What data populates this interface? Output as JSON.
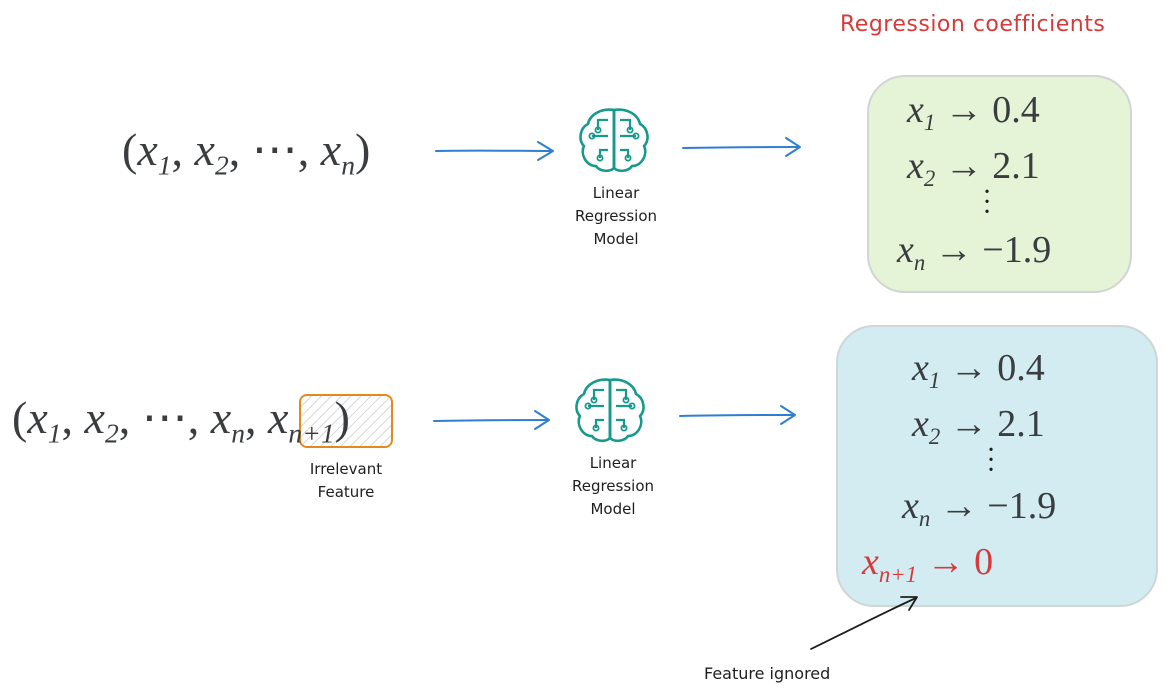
{
  "header": {
    "title": "Regression coefficients"
  },
  "row1": {
    "tuple": {
      "open": "(",
      "x1": "x",
      "s1": "1",
      "x2": "x",
      "s2": "2",
      "dots": "⋯",
      "xn": "x",
      "sn": "n",
      "close": ")",
      "comma": ","
    },
    "model_label": [
      "Linear",
      "Regression",
      "Model"
    ],
    "coefficients": [
      {
        "var": "x",
        "sub": "1",
        "arrow": "→",
        "value": "0.4"
      },
      {
        "var": "x",
        "sub": "2",
        "arrow": "→",
        "value": "2.1"
      },
      {
        "var": "x",
        "sub": "n",
        "arrow": "→",
        "value": "−1.9"
      }
    ]
  },
  "row2": {
    "tuple": {
      "open": "(",
      "x1": "x",
      "s1": "1",
      "x2": "x",
      "s2": "2",
      "dots": "⋯",
      "xn": "x",
      "sn": "n",
      "xn1": "x",
      "sn1": "n+1",
      "close": ")",
      "comma": ","
    },
    "irrelevant_label": [
      "Irrelevant",
      "Feature"
    ],
    "model_label": [
      "Linear",
      "Regression",
      "Model"
    ],
    "coefficients": [
      {
        "var": "x",
        "sub": "1",
        "arrow": "→",
        "value": "0.4"
      },
      {
        "var": "x",
        "sub": "2",
        "arrow": "→",
        "value": "2.1"
      },
      {
        "var": "x",
        "sub": "n",
        "arrow": "→",
        "value": "−1.9"
      },
      {
        "var": "x",
        "sub": "n+1",
        "arrow": "→",
        "value": "0"
      }
    ],
    "annotation": "Feature ignored"
  },
  "colors": {
    "arrow": "#2f7fd1",
    "brain": "#159a8c",
    "accent_red": "#d63a3a",
    "highlight_orange": "#e38a1e",
    "green_box": "#e5f3d6",
    "blue_box": "#d2ecf1"
  },
  "icons": {
    "model": "brain-circuit-icon",
    "arrow": "arrow-right-icon"
  }
}
